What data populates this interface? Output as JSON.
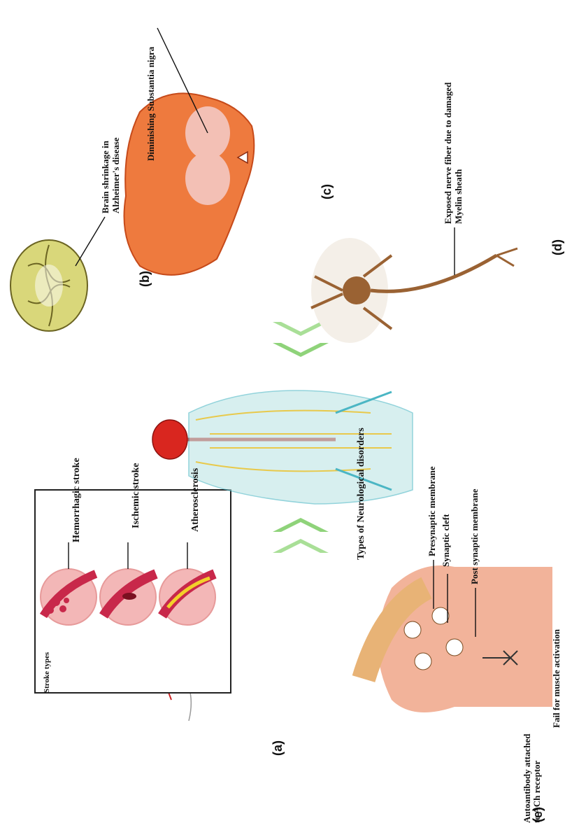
{
  "panels": {
    "a": "(a)",
    "b": "(b)",
    "c": "(c)",
    "d": "(d)",
    "e": "(e)"
  },
  "center": {
    "caption": "Types of Neurological disorders"
  },
  "stroke_panel": {
    "box_label": "Stroke types",
    "hemorrhagic": "Hemorrhagic stroke",
    "ischemic": "Ischemic stroke",
    "atherosclerosis": "Atherosclerosis"
  },
  "alzheimers": {
    "line1": "Brain shrinkage in",
    "line2": "Alzheimer's disease"
  },
  "parkinsons": {
    "label": "Diminishing Substantia nigra"
  },
  "ms": {
    "line1": "Exposed nerve fiber due to damaged",
    "line2": "Myelin sheath"
  },
  "myasthenia": {
    "presynaptic": "Presynaptic membrane",
    "cleft": "Synaptic cleft",
    "postsynaptic": "Post synaptic membrane",
    "autoantibody_1": "Autoantibody attached",
    "autoantibody_2": "to ACh receptor",
    "fail": "Fail for muscle activation"
  },
  "colors": {
    "stroke_circle": "#f3b7b7",
    "vessel": "#c8284a",
    "green_arrow": "#8fd37a",
    "brain_tissue": "#d9d77a",
    "substantia_outer": "#ee7a3e",
    "neuron": "#9a6233",
    "muscle": "#f2b39a",
    "axon_terminal": "#e8b376"
  }
}
